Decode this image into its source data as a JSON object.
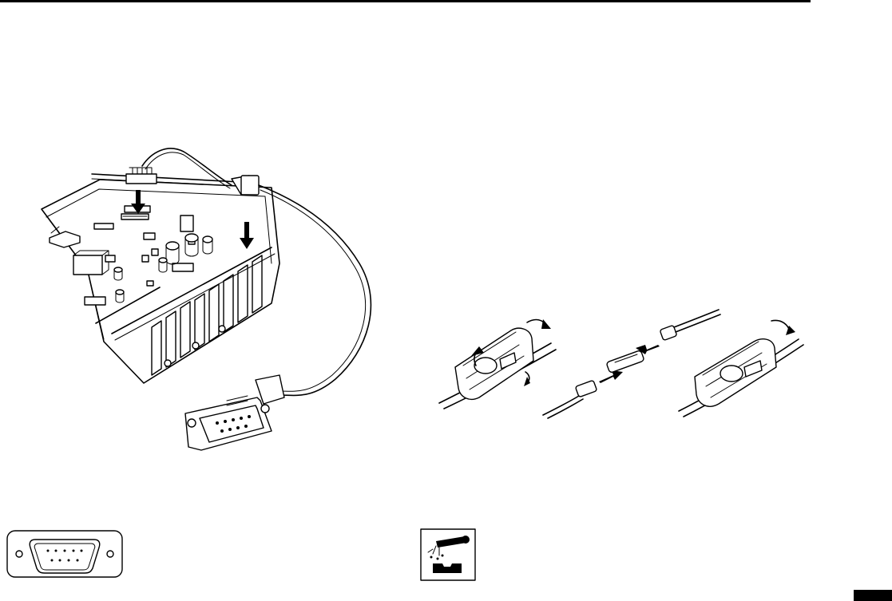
{
  "page": {
    "ink_color": "#000000",
    "background_color": "#ffffff"
  },
  "illustrations": [
    {
      "id": "board-cable-install",
      "icon": "circuit-board-with-db9-cable"
    },
    {
      "id": "fuse-holder-replacement",
      "icon": "inline-fuse-holder-steps"
    },
    {
      "id": "db9-connector-symbol",
      "icon": "db9-connector-icon"
    },
    {
      "id": "corrosive-warning-symbol",
      "icon": "corrosive-hazard-icon"
    }
  ]
}
